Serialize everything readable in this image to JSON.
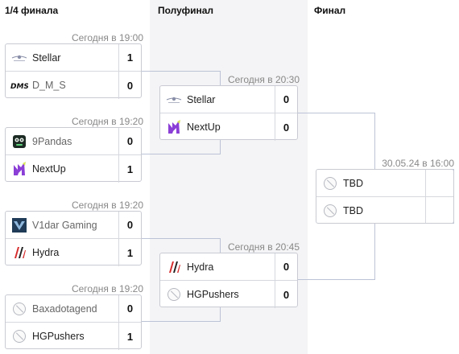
{
  "columns": {
    "quarter": "1/4 финала",
    "semi": "Полуфинал",
    "final": "Финал"
  },
  "quarterfinals": [
    {
      "time": "Сегодня в 19:00",
      "team1": {
        "name": "Stellar",
        "score": "1",
        "logo": "stellar-logo"
      },
      "team2": {
        "name": "D_M_S",
        "score": "0",
        "logo": "dms-logo"
      }
    },
    {
      "time": "Сегодня в 19:20",
      "team1": {
        "name": "9Pandas",
        "score": "0",
        "logo": "9pandas-logo"
      },
      "team2": {
        "name": "NextUp",
        "score": "1",
        "logo": "nextup-logo"
      }
    },
    {
      "time": "Сегодня в 19:20",
      "team1": {
        "name": "V1dar Gaming",
        "score": "0",
        "logo": "v1dar-logo"
      },
      "team2": {
        "name": "Hydra",
        "score": "1",
        "logo": "hydra-logo"
      }
    },
    {
      "time": "Сегодня в 19:20",
      "team1": {
        "name": "Baxadotagend",
        "score": "0",
        "logo": "tbd-logo"
      },
      "team2": {
        "name": "HGPushers",
        "score": "1",
        "logo": "tbd-logo"
      }
    }
  ],
  "semifinals": [
    {
      "time": "Сегодня в 20:30",
      "team1": {
        "name": "Stellar",
        "score": "0",
        "logo": "stellar-logo"
      },
      "team2": {
        "name": "NextUp",
        "score": "0",
        "logo": "nextup-logo"
      }
    },
    {
      "time": "Сегодня в 20:45",
      "team1": {
        "name": "Hydra",
        "score": "0",
        "logo": "hydra-logo"
      },
      "team2": {
        "name": "HGPushers",
        "score": "0",
        "logo": "tbd-logo"
      }
    }
  ],
  "final": {
    "time": "30.05.24 в 16:00",
    "team1": {
      "name": "TBD",
      "logo": "tbd-logo"
    },
    "team2": {
      "name": "TBD",
      "logo": "tbd-logo"
    }
  },
  "colors": {
    "column_bg": "#f4f4f6",
    "border": "#c9cbd3",
    "connector": "#bcc3d6",
    "time_text": "#888888"
  }
}
